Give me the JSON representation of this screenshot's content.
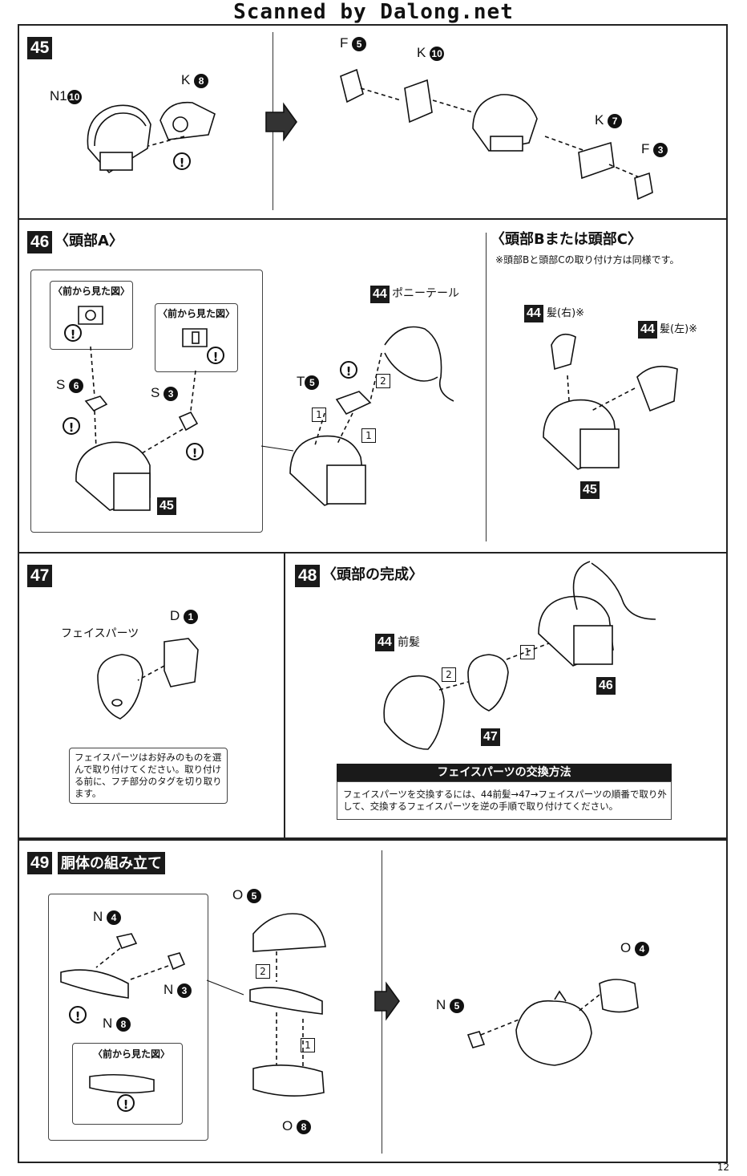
{
  "banner": "Scanned by Dalong.net",
  "page_number": "12",
  "step45": {
    "number": "45",
    "labels": [
      "N1",
      "K",
      "F",
      "K",
      "K",
      "F"
    ],
    "nums": [
      "10",
      "8",
      "5",
      "10",
      "7",
      "3"
    ]
  },
  "step46": {
    "number": "46",
    "title": "〈頭部A〉",
    "front_view": "〈前から見た図〉",
    "labels": [
      "S",
      "S",
      "T"
    ],
    "nums": [
      "6",
      "3",
      "5"
    ],
    "ponytail_tag": "44",
    "ponytail_label": "ポニーテール",
    "base_tag": "45",
    "title_bc": "〈頭部Bまたは頭部C〉",
    "note_bc": "※頭部Bと頭部Cの取り付け方は同様です。",
    "hair_right_tag": "44",
    "hair_right": "髪(右)※",
    "hair_left_tag": "44",
    "hair_left": "髪(左)※",
    "base_tag_bc": "45"
  },
  "step47": {
    "number": "47",
    "face_label": "フェイスパーツ",
    "part_label": "D",
    "part_num": "1",
    "note": "フェイスパーツはお好みのものを選んで取り付けてください。取り付ける前に、フチ部分のタグを切り取ります。"
  },
  "step48": {
    "number": "48",
    "title": "〈頭部の完成〉",
    "front_hair_tag": "44",
    "front_hair": "前髪",
    "tag46": "46",
    "tag47": "47",
    "exchange_head": "フェイスパーツの交換方法",
    "exchange_body": "フェイスパーツを交換するには、44前髪→47→フェイスパーツの順番で取り外して、交換するフェイスパーツを逆の手順で取り付けてください。"
  },
  "step49": {
    "number": "49",
    "title": "胴体の組み立て",
    "front_view": "〈前から見た図〉",
    "labels": [
      "N",
      "N",
      "N",
      "O",
      "O",
      "N",
      "O"
    ],
    "nums": [
      "4",
      "3",
      "8",
      "5",
      "8",
      "5",
      "4"
    ]
  },
  "order_marks": [
    "1",
    "2"
  ]
}
